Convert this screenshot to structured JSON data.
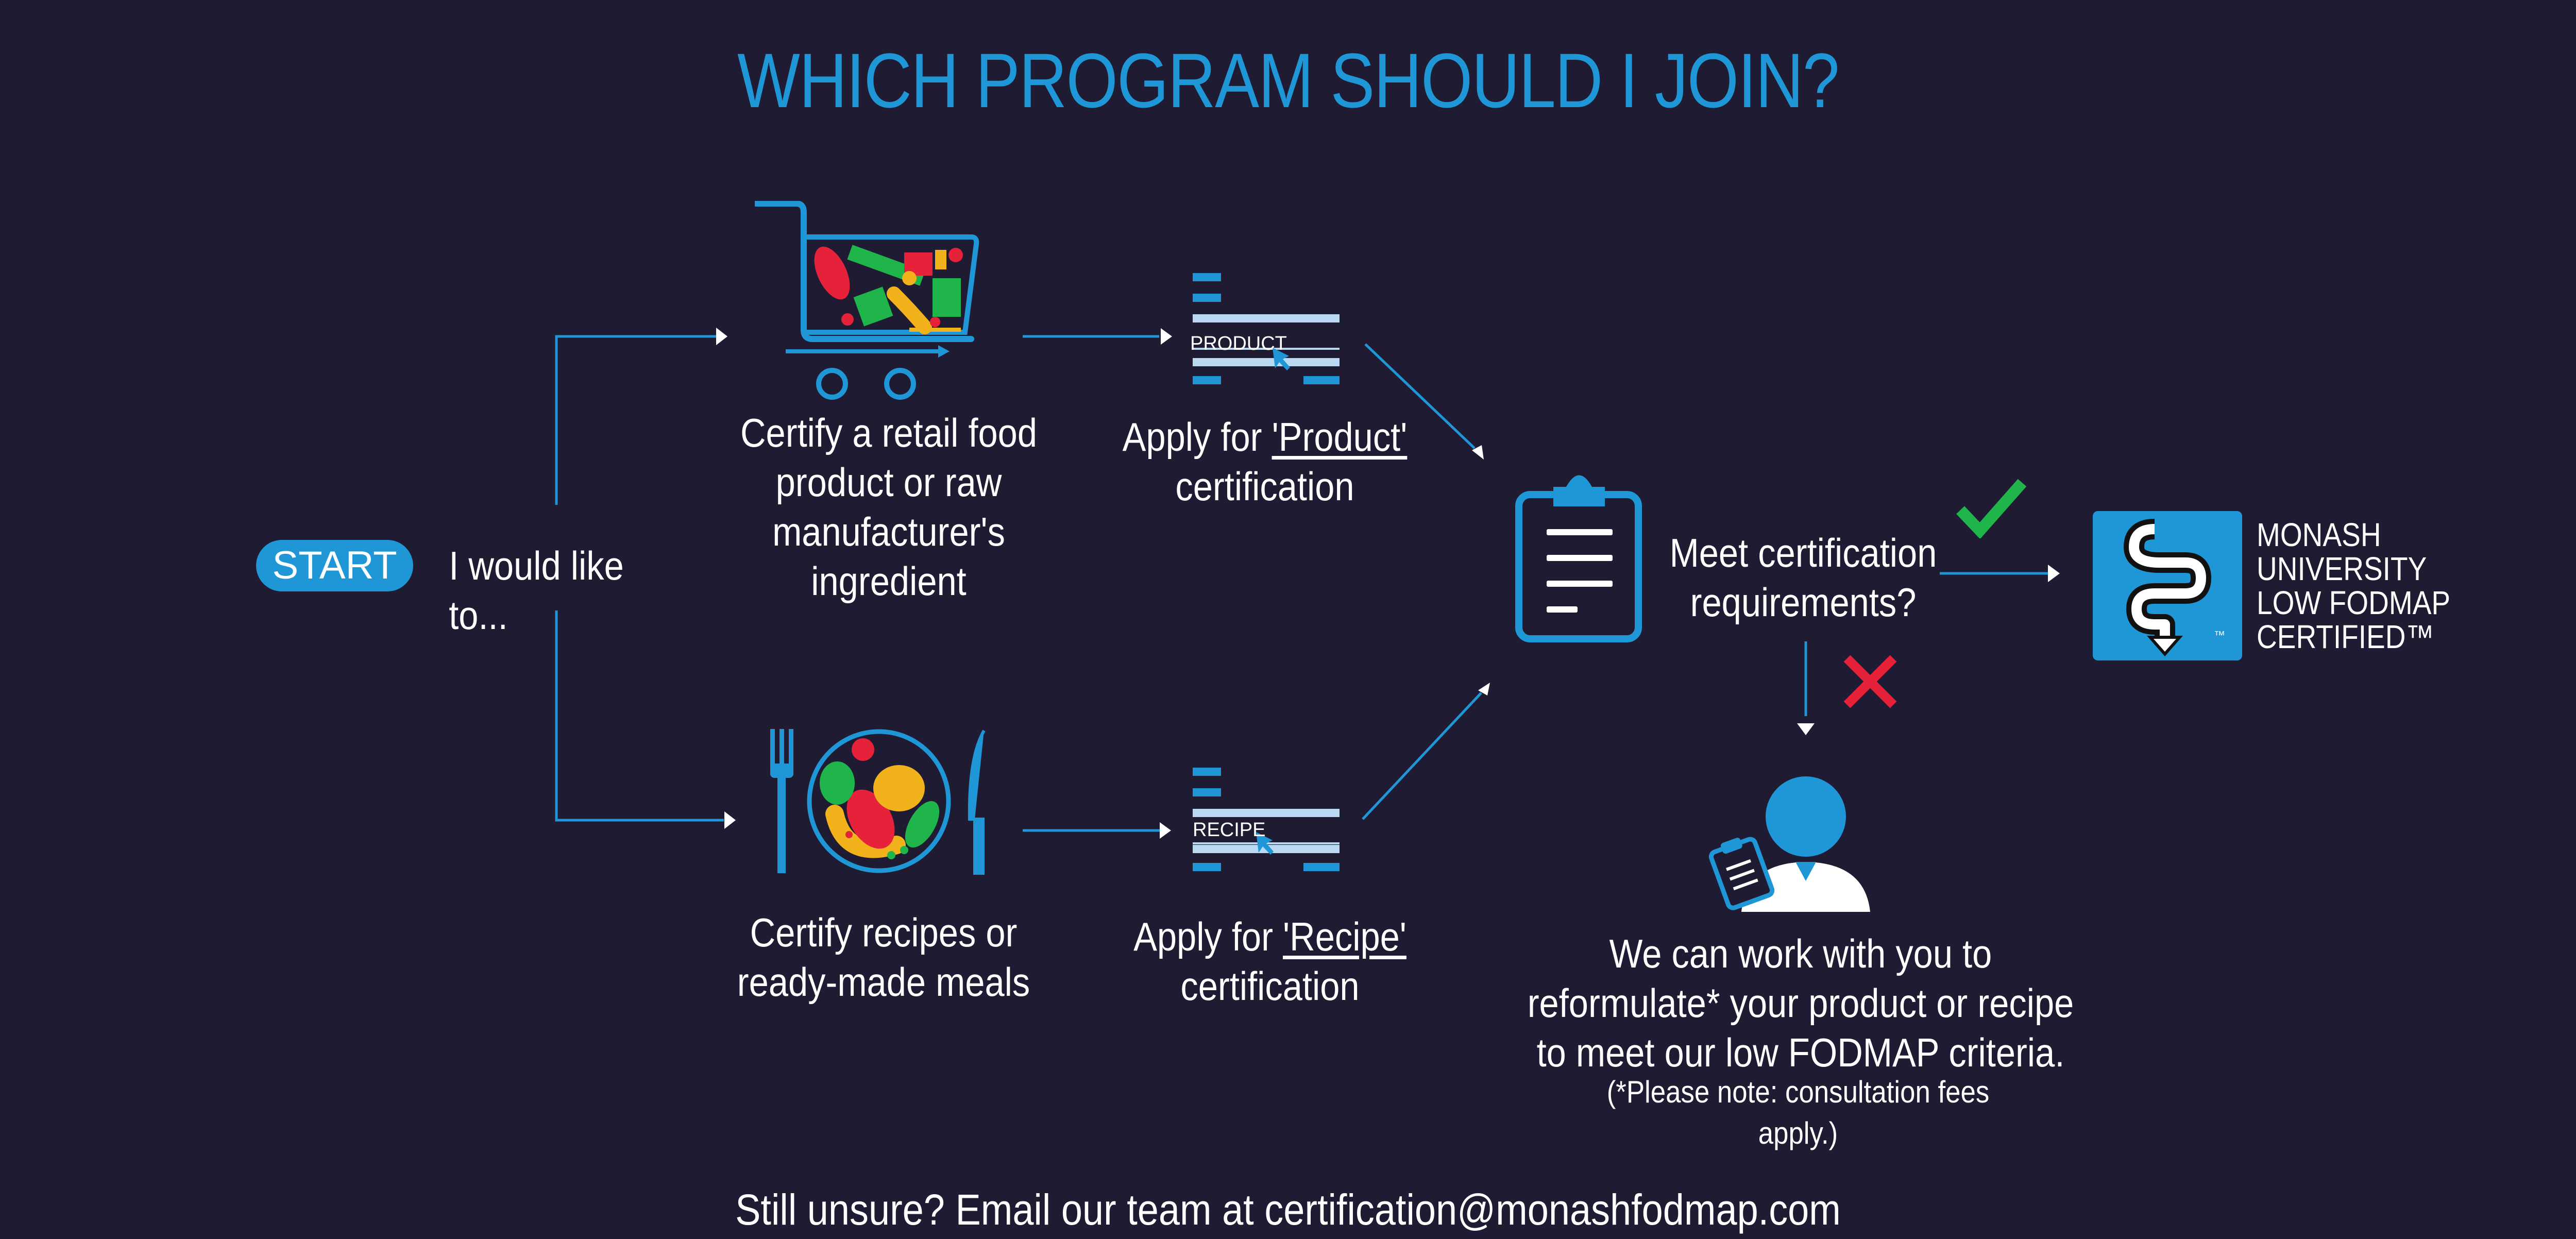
{
  "title": "WHICH PROGRAM SHOULD I JOIN?",
  "start": {
    "pill_label": "START",
    "intro_text": "I would like to..."
  },
  "paths": {
    "food": {
      "lines": [
        "Certify a retail food",
        "product or raw",
        "manufacturer's",
        "ingredient"
      ],
      "form_label": "PRODUCT",
      "apply_prefix": "Apply for ",
      "apply_keyword": "'Product'",
      "apply_suffix": "certification"
    },
    "recipe": {
      "lines": [
        "Certify recipes or",
        "ready-made meals"
      ],
      "form_label": "RECIPE",
      "apply_prefix": "Apply for ",
      "apply_keyword": "'Recipe'",
      "apply_suffix": "certification"
    }
  },
  "decision": {
    "lines": [
      "Meet certification",
      "requirements?"
    ]
  },
  "outcome_no": {
    "lines": [
      "We can work with you to",
      "reformulate* your product or recipe",
      "to meet our low FODMAP criteria."
    ],
    "note": "(*Please note: consultation fees apply.)"
  },
  "logo": {
    "lines": [
      "MONASH",
      "UNIVERSITY",
      "LOW FODMAP",
      "CERTIFIED™"
    ],
    "mark": "™"
  },
  "footer": {
    "prefix": "Still unsure? Email our team at ",
    "email": "certification@monashfodmap.com"
  },
  "colors": {
    "background": "#1f1b33",
    "accent_blue": "#1f97d6",
    "light_blue": "#b9d9f2",
    "check_green": "#1fb54b",
    "cross_red": "#e5223a"
  }
}
